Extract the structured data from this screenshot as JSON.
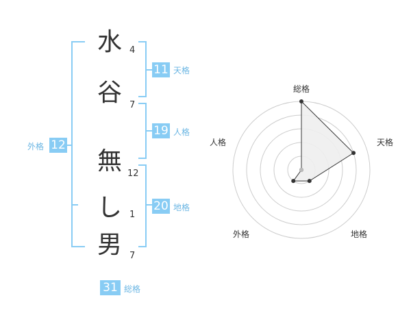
{
  "name": {
    "chars": [
      {
        "char": "水",
        "strokes": "4"
      },
      {
        "char": "谷",
        "strokes": "7"
      },
      {
        "char": "無",
        "strokes": "12"
      },
      {
        "char": "し",
        "strokes": "1"
      },
      {
        "char": "男",
        "strokes": "7"
      }
    ]
  },
  "fortune": {
    "tenkaku": {
      "value": "11",
      "label": "天格"
    },
    "jinkaku": {
      "value": "19",
      "label": "人格"
    },
    "chikaku": {
      "value": "20",
      "label": "地格"
    },
    "gaikaku": {
      "value": "12",
      "label": "外格"
    },
    "soukaku": {
      "value": "31",
      "label": "総格"
    }
  },
  "radar": {
    "axes": [
      "総格",
      "天格",
      "地格",
      "外格",
      "人格"
    ],
    "values": [
      5,
      4,
      1,
      1,
      0
    ],
    "max": 5,
    "colors": {
      "ring": "#cccccc",
      "fill": "#eeeeee",
      "line": "#333333",
      "point": "#333333",
      "center": "#bbbbbb"
    }
  }
}
